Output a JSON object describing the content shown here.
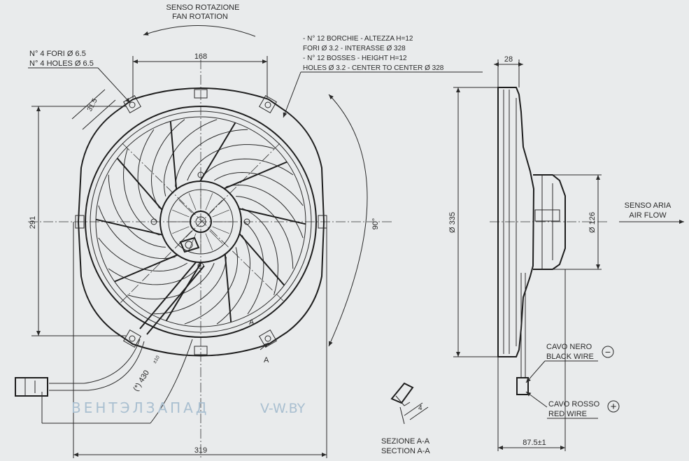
{
  "front_view": {
    "rotation_label_it": "SENSO ROTAZIONE",
    "rotation_label_en": "FAN ROTATION",
    "holes_note_it": "N° 4 FORI Ø 6.5",
    "holes_note_en": "N° 4 HOLES Ø 6.5",
    "bosses_note_line1": "- N° 12 BORCHIE - ALTEZZA H=12",
    "bosses_note_line2": "FORI Ø 3.2 - INTERASSE Ø 328",
    "bosses_note_line3": "- N° 12 BOSSES - HEIGHT H=12",
    "bosses_note_line4": "HOLES Ø 3.2 - CENTER TO CENTER Ø 328",
    "dim_top": "168",
    "dim_slot": "31.5",
    "dim_left": "291",
    "dim_bottom": "319",
    "dim_angle": "90°",
    "dim_cable": "(*) 430",
    "dim_cable_tol": "±10",
    "section_mark_1": "A",
    "section_mark_2": "A"
  },
  "side_view": {
    "dim_depth_top": "28",
    "dim_diameter": "Ø 335",
    "dim_hub": "Ø 126",
    "airflow_it": "SENSO ARIA",
    "airflow_en": "AIR FLOW",
    "black_wire_it": "CAVO NERO",
    "black_wire_en": "BLACK WIRE",
    "red_wire_it": "CAVO ROSSO",
    "red_wire_en": "RED WIRE",
    "minus_symbol": "−",
    "plus_symbol": "+",
    "dim_depth_bottom": "87.5±1"
  },
  "section_detail": {
    "label_it": "SEZIONE A-A",
    "label_en": "SECTION A-A",
    "dim": "4"
  },
  "watermark": {
    "brand": "ВЕНТЭЛЗАПАД",
    "site": "V-W.BY"
  }
}
